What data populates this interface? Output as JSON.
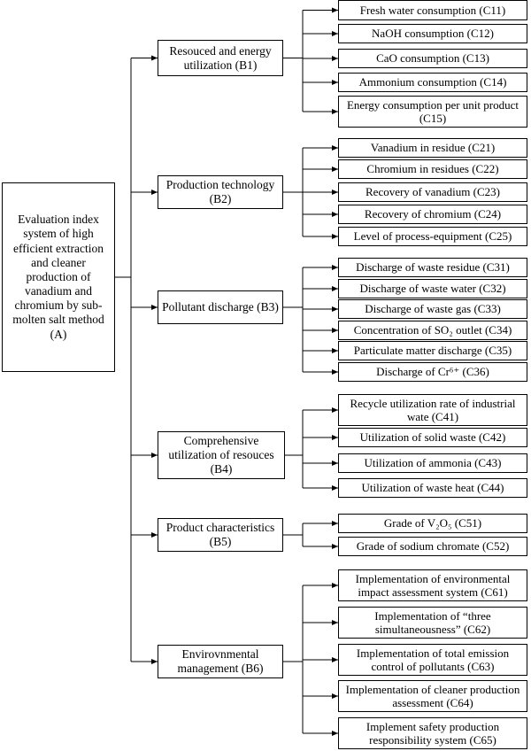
{
  "root": {
    "id": "A",
    "label": "Evaluation index system of high efficient extraction and cleaner production of vanadium and chromium by sub-molten salt method (A)"
  },
  "categories": [
    {
      "id": "B1",
      "label": "Resouced and energy utilization (B1)",
      "items": [
        {
          "id": "C11",
          "label": "Fresh water consumption (C11)"
        },
        {
          "id": "C12",
          "label": "NaOH consumption (C12)"
        },
        {
          "id": "C13",
          "label": "CaO consumption (C13)"
        },
        {
          "id": "C14",
          "label": "Ammonium consumption (C14)"
        },
        {
          "id": "C15",
          "label": "Energy consumption per unit product (C15)"
        }
      ]
    },
    {
      "id": "B2",
      "label": "Production technology (B2)",
      "items": [
        {
          "id": "C21",
          "label": "Vanadium in residue (C21)"
        },
        {
          "id": "C22",
          "label": "Chromium in residues (C22)"
        },
        {
          "id": "C23",
          "label": "Recovery of vanadium (C23)"
        },
        {
          "id": "C24",
          "label": "Recovery of chromium (C24)"
        },
        {
          "id": "C25",
          "label": "Level of process-equipment (C25)"
        }
      ]
    },
    {
      "id": "B3",
      "label": "Pollutant discharge (B3)",
      "items": [
        {
          "id": "C31",
          "label": "Discharge of waste residue (C31)"
        },
        {
          "id": "C32",
          "label": "Discharge of waste water (C32)"
        },
        {
          "id": "C33",
          "label": "Discharge of waste gas (C33)"
        },
        {
          "id": "C34",
          "label": "Concentration of SO₂ outlet (C34)"
        },
        {
          "id": "C35",
          "label": "Particulate matter discharge (C35)"
        },
        {
          "id": "C36",
          "label": "Discharge of Cr⁶⁺ (C36)"
        }
      ]
    },
    {
      "id": "B4",
      "label": "Comprehensive utilization of resouces (B4)",
      "items": [
        {
          "id": "C41",
          "label": "Recycle utilization rate of industrial wate (C41)"
        },
        {
          "id": "C42",
          "label": "Utilization of solid waste (C42)"
        },
        {
          "id": "C43",
          "label": "Utilization of ammonia (C43)"
        },
        {
          "id": "C44",
          "label": "Utilization of waste heat (C44)"
        }
      ]
    },
    {
      "id": "B5",
      "label": "Product characteristics (B5)",
      "items": [
        {
          "id": "C51",
          "label": "Grade of V₂O₅ (C51)"
        },
        {
          "id": "C52",
          "label": "Grade of sodium chromate (C52)"
        }
      ]
    },
    {
      "id": "B6",
      "label": "Envirovnmental management (B6)",
      "items": [
        {
          "id": "C61",
          "label": "Implementation of environmental impact assessment system (C61)"
        },
        {
          "id": "C62",
          "label": "Implementation of “three simultaneousness” (C62)"
        },
        {
          "id": "C63",
          "label": "Implementation of total emission control of pollutants (C63)"
        },
        {
          "id": "C64",
          "label": "Implementation of cleaner production assessment (C64)"
        },
        {
          "id": "C65",
          "label": "Implement safety production responsibility system (C65)"
        }
      ]
    }
  ]
}
